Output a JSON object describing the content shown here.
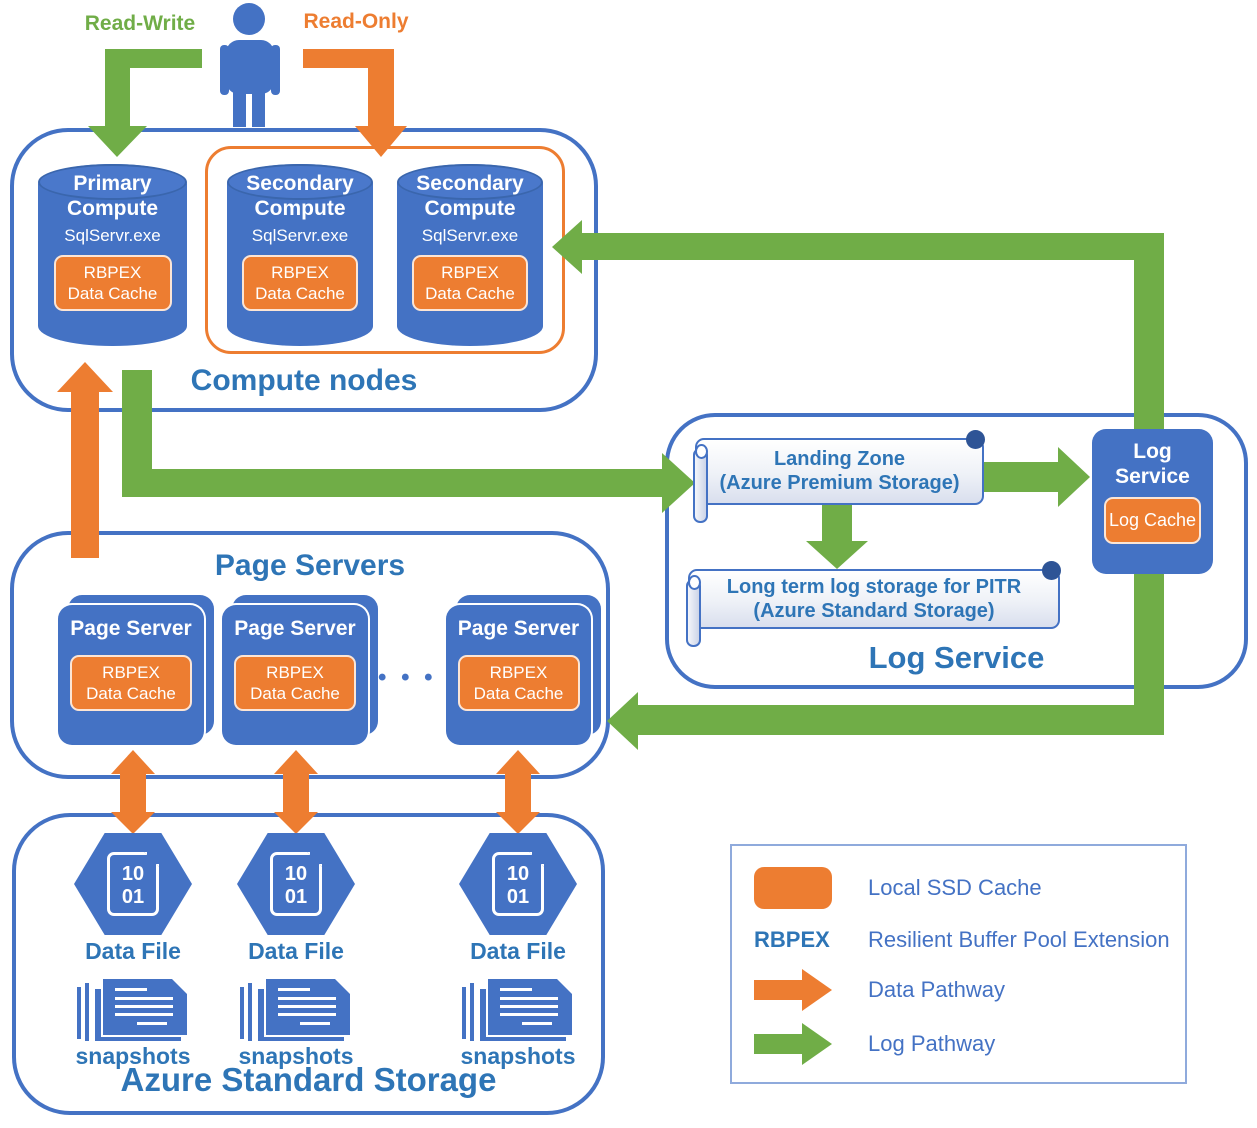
{
  "user_labels": {
    "read_write": "Read-Write",
    "read_only": "Read-Only"
  },
  "compute_nodes": {
    "title": "Compute nodes",
    "nodes": [
      {
        "name_line1": "Primary",
        "name_line2": "Compute",
        "process": "SqlServr.exe",
        "cache_line1": "RBPEX",
        "cache_line2": "Data Cache"
      },
      {
        "name_line1": "Secondary",
        "name_line2": "Compute",
        "process": "SqlServr.exe",
        "cache_line1": "RBPEX",
        "cache_line2": "Data Cache"
      },
      {
        "name_line1": "Secondary",
        "name_line2": "Compute",
        "process": "SqlServr.exe",
        "cache_line1": "RBPEX",
        "cache_line2": "Data Cache"
      }
    ]
  },
  "page_servers": {
    "title": "Page Servers",
    "ellipsis": "• • •",
    "servers": [
      {
        "name": "Page Server",
        "cache_line1": "RBPEX",
        "cache_line2": "Data Cache"
      },
      {
        "name": "Page Server",
        "cache_line1": "RBPEX",
        "cache_line2": "Data Cache"
      },
      {
        "name": "Page Server",
        "cache_line1": "RBPEX",
        "cache_line2": "Data Cache"
      }
    ]
  },
  "log_service": {
    "title": "Log Service",
    "landing_line1": "Landing Zone",
    "landing_line2": "(Azure Premium Storage)",
    "longterm_line1": "Long term log storage for PITR",
    "longterm_line2": "(Azure Standard Storage)",
    "node_line1": "Log",
    "node_line2": "Service",
    "cache": "Log Cache"
  },
  "storage": {
    "title": "Azure Standard Storage",
    "columns": [
      {
        "digits_line1": "10",
        "digits_line2": "01",
        "file_label": "Data File",
        "snapshot_label": "snapshots"
      },
      {
        "digits_line1": "10",
        "digits_line2": "01",
        "file_label": "Data File",
        "snapshot_label": "snapshots"
      },
      {
        "digits_line1": "10",
        "digits_line2": "01",
        "file_label": "Data File",
        "snapshot_label": "snapshots"
      }
    ]
  },
  "legend": {
    "items": [
      {
        "label": "Local SSD Cache"
      },
      {
        "key": "RBPEX",
        "label": "Resilient Buffer Pool Extension"
      },
      {
        "label": "Data Pathway"
      },
      {
        "label": "Log Pathway"
      }
    ]
  },
  "colors": {
    "blue_fill": "#4472C4",
    "title_blue": "#2E75B6",
    "orange": "#ED7D31",
    "green": "#70AD47",
    "navy_pin": "#2E5496",
    "legend_border": "#8FAADC"
  }
}
